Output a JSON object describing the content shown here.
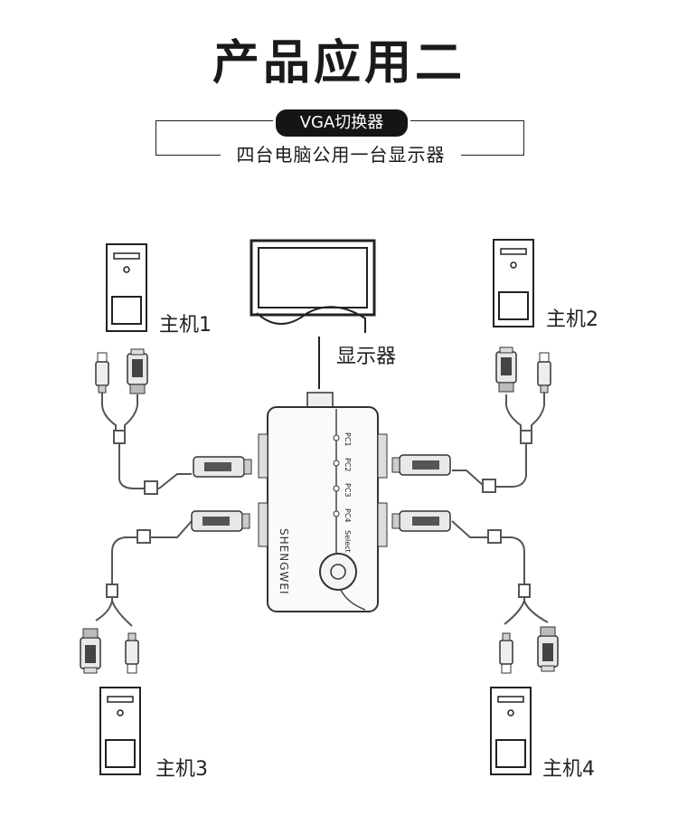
{
  "title": "产品应用二",
  "badge": "VGA切换器",
  "subtitle": "四台电脑公用一台显示器",
  "monitor_label": "显示器",
  "hosts": [
    "主机1",
    "主机2",
    "主机3",
    "主机4"
  ],
  "switch": {
    "brand": "SHENGWEI",
    "ports": [
      "PC1",
      "PC2",
      "PC3",
      "PC4"
    ],
    "select_label": "Select"
  },
  "colors": {
    "line": "#333333",
    "badge_bg": "#151515",
    "cable": "#555555"
  }
}
